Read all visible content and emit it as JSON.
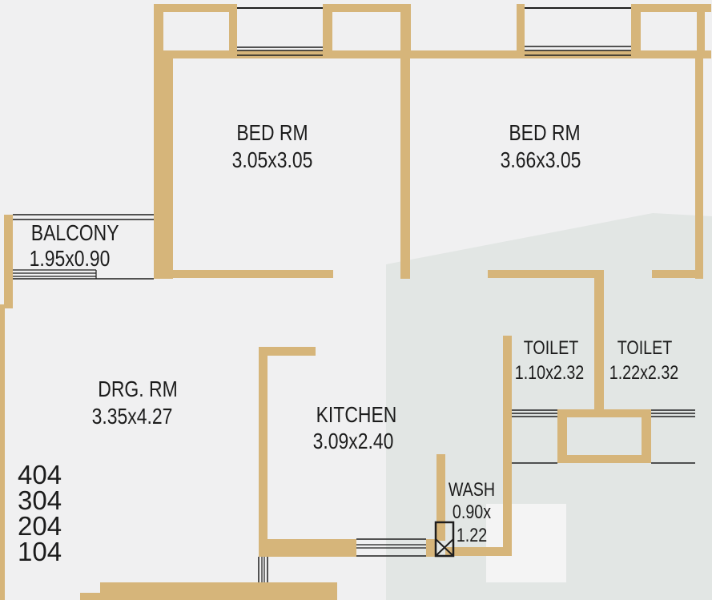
{
  "rooms": {
    "bed1": {
      "name": "BED RM",
      "dims": "3.05x3.05"
    },
    "bed2": {
      "name": "BED RM",
      "dims": "3.66x3.05"
    },
    "balcony": {
      "name": "BALCONY",
      "dims": "1.95x0.90"
    },
    "drawing": {
      "name": "DRG. RM",
      "dims": "3.35x4.27"
    },
    "kitchen": {
      "name": "KITCHEN",
      "dims": "3.09x2.40"
    },
    "toilet1": {
      "name": "TOILET",
      "dims": "1.10x2.32"
    },
    "toilet2": {
      "name": "TOILET",
      "dims": "1.22x2.32"
    },
    "wash": {
      "name": "WASH",
      "dims_line1": "0.90x",
      "dims_line2": "1.22"
    }
  },
  "unit_numbers": [
    "404",
    "304",
    "204",
    "104"
  ],
  "colors": {
    "wall": "#d6b57a",
    "background": "#f0f0f1",
    "shade": "#e2e6e4",
    "text": "#1c1c1c",
    "window": "#1e1e1e"
  }
}
